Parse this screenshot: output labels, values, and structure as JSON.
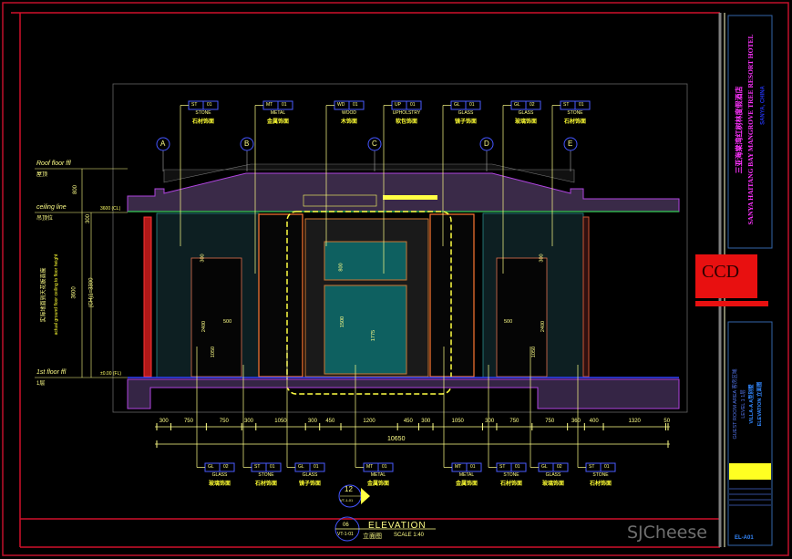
{
  "title_block": {
    "project_cn": "三亚海棠湾红树林度假酒店",
    "project_en": "SANYA HAITANG BAY MANGROVE TREE RESORT HOTEL",
    "location": "SANYA, CHINA",
    "logo": "CCD",
    "info_lines": [
      "GUEST ROOM AREA 客房区域",
      "LEVEL 1 1层",
      "VILLA-A A型别墅",
      "ELEVATION 立面图"
    ],
    "sheet_no": "EL-A01"
  },
  "levels": [
    {
      "label": "Roof floor ffl",
      "label_cn": "屋顶"
    },
    {
      "label": "ceiling line",
      "label_cn": "吊顶位",
      "tag": "3600 (CL)"
    },
    {
      "label": "1st floor ffl",
      "label_cn": "1层",
      "tag": "±0.00 (FL)"
    }
  ],
  "vertical_dims": {
    "top": "800",
    "ceiling_gap": "300",
    "height": "3600",
    "note": "(CH)1=3300",
    "note_cn": "实际地面到天花板高度",
    "note_en": "actual ground floor ceiling to floor height"
  },
  "grid_labels": [
    "A",
    "B",
    "C",
    "D",
    "E"
  ],
  "top_tags": [
    {
      "code": "ST",
      "num": "01",
      "name": "STONE",
      "cn": "石材饰面"
    },
    {
      "code": "MT",
      "num": "01",
      "name": "METAL",
      "cn": "金属饰面"
    },
    {
      "code": "WD",
      "num": "01",
      "name": "WOOD",
      "cn": "木饰面"
    },
    {
      "code": "UP",
      "num": "01",
      "name": "UPHOLSTRY",
      "cn": "软包饰面"
    },
    {
      "code": "GL",
      "num": "01",
      "name": "GLASS",
      "cn": "镜子饰面"
    },
    {
      "code": "GL",
      "num": "02",
      "name": "GLASS",
      "cn": "玻璃饰面"
    },
    {
      "code": "ST",
      "num": "01",
      "name": "STONE",
      "cn": "石材饰面"
    }
  ],
  "bottom_tags": [
    {
      "code": "GL",
      "num": "02",
      "name": "GLASS",
      "cn": "玻璃饰面"
    },
    {
      "code": "ST",
      "num": "01",
      "name": "STONE",
      "cn": "石材饰面"
    },
    {
      "code": "GL",
      "num": "01",
      "name": "GLASS",
      "cn": "镜子饰面"
    },
    {
      "code": "MT",
      "num": "01",
      "name": "METAL",
      "cn": "金属饰面"
    },
    {
      "code": "MT",
      "num": "01",
      "name": "METAL",
      "cn": "金属饰面"
    },
    {
      "code": "ST",
      "num": "01",
      "name": "STONE",
      "cn": "石材饰面"
    },
    {
      "code": "GL",
      "num": "02",
      "name": "GLASS",
      "cn": "玻璃饰面"
    },
    {
      "code": "ST",
      "num": "01",
      "name": "STONE",
      "cn": "石材饰面"
    }
  ],
  "dimensions": [
    "300",
    "750",
    "750",
    "300",
    "1050",
    "300",
    "450",
    "1200",
    "450",
    "300",
    "1050",
    "300",
    "750",
    "750",
    "360",
    "400",
    "1320",
    "50"
  ],
  "overall_dimension": "10650",
  "interior_dims": [
    "300",
    "2400",
    "500",
    "1050",
    "800",
    "1500",
    "1775",
    "2400",
    "500",
    "1050",
    "300"
  ],
  "section_marker": {
    "number": "12",
    "sheet": "VT-1-01"
  },
  "drawing_title": {
    "number": "06",
    "sheet": "VT-1-01",
    "title": "ELEVATION",
    "title_cn": "立面图",
    "scale": "SCALE 1:40"
  },
  "watermark": "SJCheese",
  "colors": {
    "frame": "#d0102a",
    "dim": "#ffff66",
    "tag": "#4a5bff",
    "title_magenta": "#ff33ff"
  }
}
